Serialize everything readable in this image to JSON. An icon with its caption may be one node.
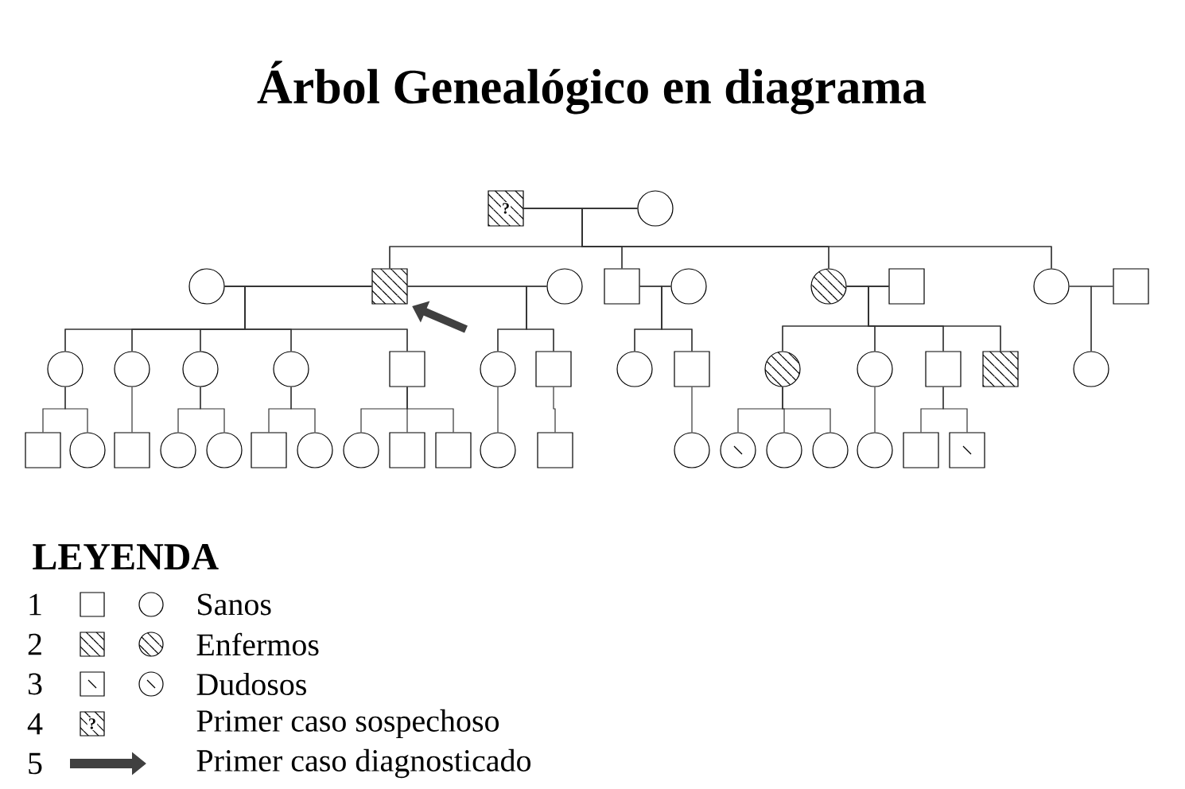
{
  "diagram": {
    "title": "Árbol Genealógico en diagrama",
    "nodes": [
      {
        "text": [
          "?"
        ]
      },
      {
        "text": [],
        "shape": "circle"
      },
      {
        "text": [],
        "shape": "circle"
      },
      {
        "text": [],
        "shape": "box"
      },
      {
        "text": [],
        "shape": "circle"
      },
      {
        "text": [],
        "shape": "box"
      },
      {
        "text": [],
        "shape": "circle"
      },
      {
        "text": [],
        "shape": "circle"
      },
      {
        "text": [],
        "shape": "box"
      },
      {
        "text": [],
        "shape": "circle"
      },
      {
        "text": [],
        "shape": "box"
      },
      {
        "text": [],
        "shape": "circle"
      },
      {
        "text": [],
        "shape": "circle"
      },
      {
        "text": [],
        "shape": "circle"
      },
      {
        "text": [],
        "shape": "circle"
      },
      {
        "text": [],
        "shape": "box"
      },
      {
        "text": [],
        "shape": "circle"
      },
      {
        "text": [],
        "shape": "box"
      },
      {
        "text": [],
        "shape": "circle"
      },
      {
        "text": [],
        "shape": "box"
      },
      {
        "text": [],
        "shape": "circle"
      },
      {
        "text": [],
        "shape": "circle"
      },
      {
        "text": [],
        "shape": "box"
      },
      {
        "text": [],
        "shape": "box"
      },
      {
        "text": [],
        "shape": "circle"
      },
      {
        "text": [],
        "shape": "box"
      },
      {
        "text": [],
        "shape": "circle"
      },
      {
        "text": [],
        "shape": "box"
      },
      {
        "text": [],
        "shape": "circle"
      },
      {
        "text": [],
        "shape": "circle"
      },
      {
        "text": [],
        "shape": "box"
      },
      {
        "text": [],
        "shape": "circle"
      },
      {
        "text": [],
        "shape": "circle"
      },
      {
        "text": [],
        "shape": "box"
      },
      {
        "text": [],
        "shape": "box"
      },
      {
        "text": [],
        "shape": "circle"
      },
      {
        "text": [],
        "shape": "box"
      },
      {
        "text": [],
        "shape": "circle"
      },
      {
        "text": [],
        "shape": "circle"
      },
      {
        "text": [],
        "shape": "circle"
      },
      {
        "text": [],
        "shape": "circle"
      },
      {
        "text": [],
        "shape": "circle"
      },
      {
        "text": [],
        "shape": "box"
      },
      {
        "text": [],
        "shape": "box"
      }
    ],
    "edges": [
      {
        "from": 0,
        "to": 1,
        "arrow": "none"
      },
      {
        "from": 0,
        "to": 3,
        "arrow": "none"
      },
      {
        "from": 1,
        "to": 3,
        "arrow": "none"
      },
      {
        "from": 0,
        "to": 5,
        "arrow": "none"
      },
      {
        "from": 1,
        "to": 5,
        "arrow": "none"
      },
      {
        "from": 0,
        "to": 7,
        "arrow": "none"
      },
      {
        "from": 1,
        "to": 7,
        "arrow": "none"
      },
      {
        "from": 0,
        "to": 9,
        "arrow": "none"
      },
      {
        "from": 1,
        "to": 9,
        "arrow": "none"
      },
      {
        "from": 2,
        "to": 3,
        "arrow": "none"
      },
      {
        "from": 3,
        "to": 4,
        "arrow": "none"
      },
      {
        "from": 5,
        "to": 6,
        "arrow": "none"
      },
      {
        "from": 7,
        "to": 8,
        "arrow": "none"
      },
      {
        "from": 9,
        "to": 10,
        "arrow": "none"
      },
      {
        "from": 2,
        "to": 11,
        "arrow": "none"
      },
      {
        "from": 3,
        "to": 11,
        "arrow": "none"
      },
      {
        "from": 2,
        "to": 12,
        "arrow": "none"
      },
      {
        "from": 3,
        "to": 12,
        "arrow": "none"
      },
      {
        "from": 2,
        "to": 13,
        "arrow": "none"
      },
      {
        "from": 3,
        "to": 13,
        "arrow": "none"
      },
      {
        "from": 2,
        "to": 14,
        "arrow": "none"
      },
      {
        "from": 3,
        "to": 14,
        "arrow": "none"
      },
      {
        "from": 2,
        "to": 15,
        "arrow": "none"
      },
      {
        "from": 3,
        "to": 15,
        "arrow": "none"
      },
      {
        "from": 3,
        "to": 16,
        "arrow": "none"
      },
      {
        "from": 4,
        "to": 16,
        "arrow": "none"
      },
      {
        "from": 3,
        "to": 17,
        "arrow": "none"
      },
      {
        "from": 4,
        "to": 17,
        "arrow": "none"
      },
      {
        "from": 5,
        "to": 18,
        "arrow": "none"
      },
      {
        "from": 6,
        "to": 18,
        "arrow": "none"
      },
      {
        "from": 5,
        "to": 19,
        "arrow": "none"
      },
      {
        "from": 6,
        "to": 19,
        "arrow": "none"
      },
      {
        "from": 7,
        "to": 20,
        "arrow": "none"
      },
      {
        "from": 8,
        "to": 20,
        "arrow": "none"
      },
      {
        "from": 7,
        "to": 21,
        "arrow": "none"
      },
      {
        "from": 8,
        "to": 21,
        "arrow": "none"
      },
      {
        "from": 7,
        "to": 22,
        "arrow": "none"
      },
      {
        "from": 8,
        "to": 22,
        "arrow": "none"
      },
      {
        "from": 7,
        "to": 23,
        "arrow": "none"
      },
      {
        "from": 8,
        "to": 23,
        "arrow": "none"
      },
      {
        "from": 9,
        "to": 24,
        "arrow": "none"
      },
      {
        "from": 10,
        "to": 24,
        "arrow": "none"
      },
      {
        "from": 11,
        "to": 25,
        "arrow": "none"
      },
      {
        "from": 11,
        "to": 26,
        "arrow": "none"
      },
      {
        "from": 12,
        "to": 27,
        "arrow": "none"
      },
      {
        "from": 13,
        "to": 28,
        "arrow": "none"
      },
      {
        "from": 13,
        "to": 29,
        "arrow": "none"
      },
      {
        "from": 14,
        "to": 30,
        "arrow": "none"
      },
      {
        "from": 14,
        "to": 31,
        "arrow": "none"
      },
      {
        "from": 15,
        "to": 32,
        "arrow": "none"
      },
      {
        "from": 15,
        "to": 33,
        "arrow": "none"
      },
      {
        "from": 15,
        "to": 34,
        "arrow": "none"
      },
      {
        "from": 16,
        "to": 35,
        "arrow": "none"
      },
      {
        "from": 17,
        "to": 36,
        "arrow": "none"
      },
      {
        "from": 19,
        "to": 37,
        "arrow": "none"
      },
      {
        "from": 20,
        "to": 38,
        "arrow": "none"
      },
      {
        "from": 20,
        "to": 39,
        "arrow": "none"
      },
      {
        "from": 20,
        "to": 40,
        "arrow": "none"
      },
      {
        "from": 21,
        "to": 41,
        "arrow": "none"
      },
      {
        "from": 22,
        "to": 42,
        "arrow": "none"
      },
      {
        "from": 22,
        "to": 43,
        "arrow": "none"
      },
      {
        "from": null,
        "to": 3,
        "arrow": "to",
        "style": "thick"
      }
    ],
    "labels": [
      "LEYENDA",
      "1",
      "2",
      "3",
      "4",
      "?",
      "5"
    ],
    "legend": [
      {
        "text": "Sanos"
      },
      {
        "text": "Enfermos"
      },
      {
        "text": "Dudosos"
      },
      {
        "text": "Primer caso sospechoso"
      },
      {
        "text": "Primer caso diagnosticado"
      }
    ]
  }
}
